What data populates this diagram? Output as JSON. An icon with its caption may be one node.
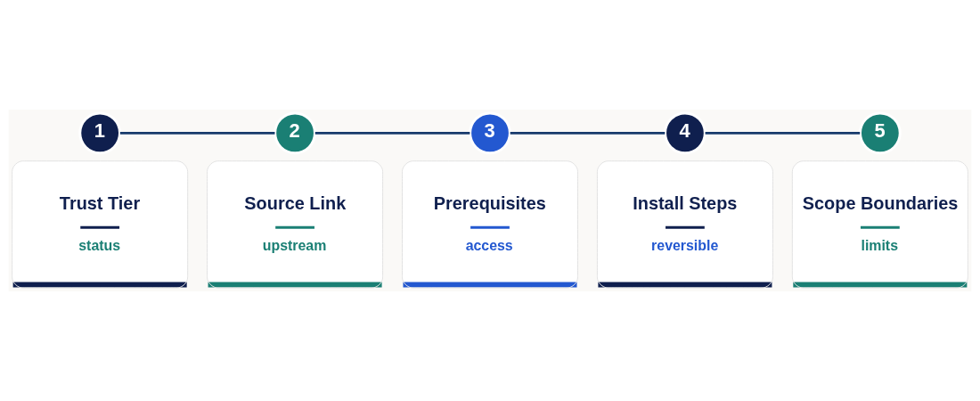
{
  "diagram": {
    "nodes": [
      {
        "text": [
          "1"
        ]
      },
      {
        "text": [
          "Trust Tier",
          "status"
        ]
      },
      {
        "text": [
          "2"
        ]
      },
      {
        "text": [
          "Source Link",
          "upstream"
        ]
      },
      {
        "text": [
          "3"
        ]
      },
      {
        "text": [
          "Prerequisites",
          "access"
        ]
      },
      {
        "text": [
          "4"
        ]
      },
      {
        "text": [
          "Install Steps",
          "reversible"
        ]
      },
      {
        "text": [
          "5"
        ]
      },
      {
        "text": [
          "Scope Boundaries",
          "limits"
        ]
      }
    ],
    "edges": [
      {
        "from": 0,
        "to": 2,
        "arrow": "none"
      },
      {
        "from": 2,
        "to": 4,
        "arrow": "none"
      },
      {
        "from": 4,
        "to": 6,
        "arrow": "none"
      },
      {
        "from": 6,
        "to": 8,
        "arrow": "none"
      }
    ]
  }
}
